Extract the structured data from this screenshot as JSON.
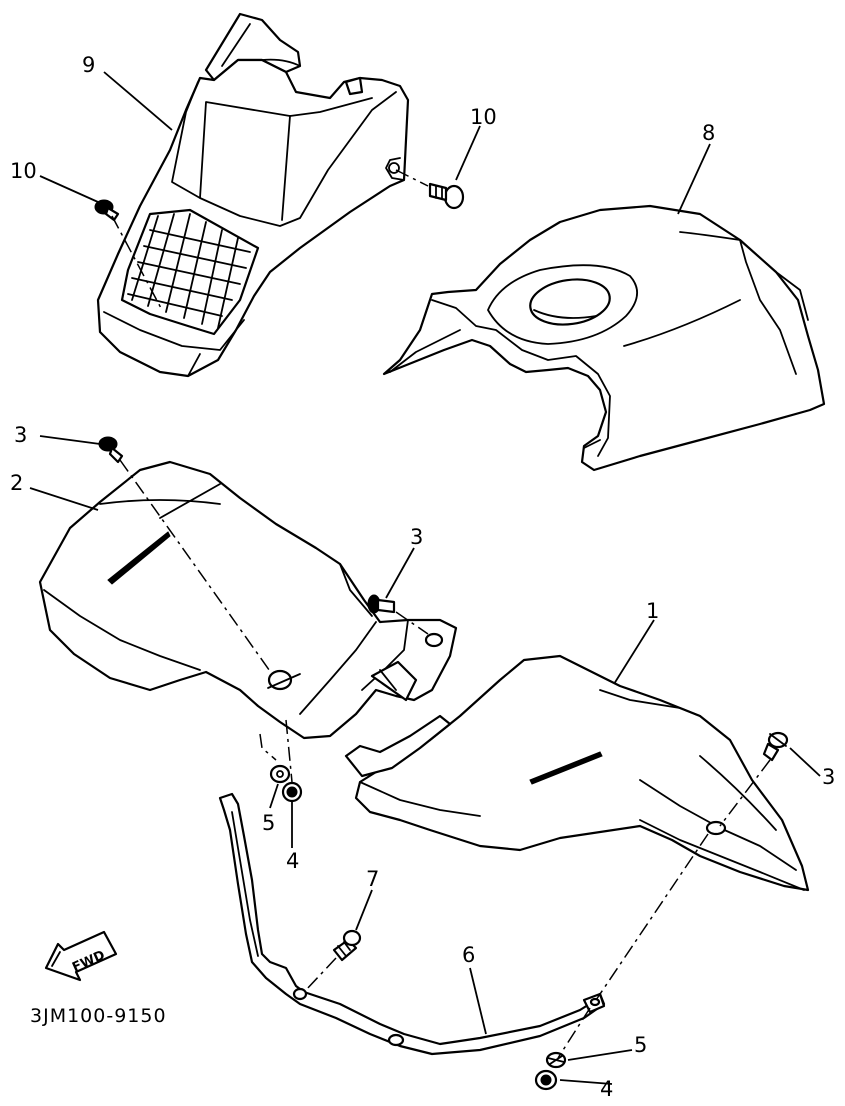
{
  "diagram_code": "3JM100-9150",
  "fwd_label": "FWD",
  "callouts": {
    "c9": "9",
    "c10a": "10",
    "c10b": "10",
    "c8": "8",
    "c3a": "3",
    "c2": "2",
    "c3b": "3",
    "c1": "1",
    "c3c": "3",
    "c5a": "5",
    "c4a": "4",
    "c7": "7",
    "c6": "6",
    "c5b": "5",
    "c4b": "4"
  }
}
